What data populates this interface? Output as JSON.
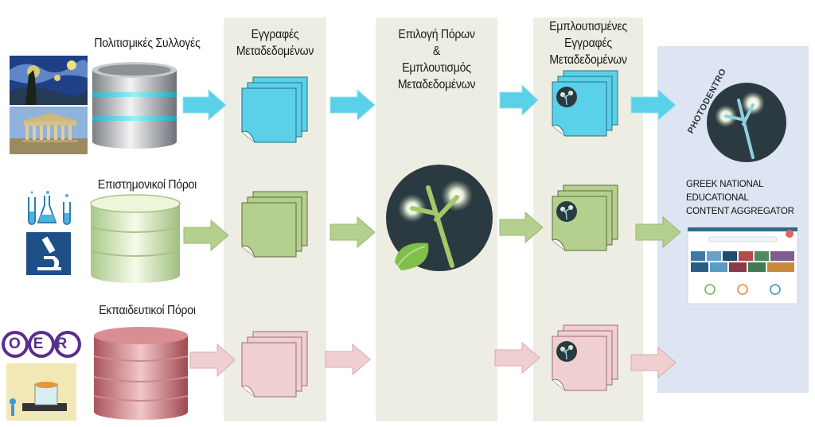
{
  "sources": {
    "cultural": "Πολιτισμικές Συλλογές",
    "scientific": "Επιστημονικοί Πόροι",
    "educational": "Εκπαιδευτικοί Πόροι",
    "oer_logo": "OER"
  },
  "stages": {
    "metadata_records": [
      "Εγγραφές",
      "Μεταδεδομένων"
    ],
    "selection_enrichment": [
      "Επιλογή Πόρων",
      "&",
      "Εμπλουτισμός",
      "Μεταδεδομένων"
    ],
    "enriched_records": [
      "Εμπλουτισμένες",
      "Εγγραφές",
      "Μεταδεδομένων"
    ]
  },
  "aggregator": {
    "brand": "PHOTODENTRO",
    "caption": [
      "GREEK NATIONAL EDUCATIONAL",
      "CONTENT AGGREGATOR"
    ]
  },
  "colors": {
    "cyan": "#5ad1e8",
    "green": "#b5cf8e",
    "pink": "#f0cfd1",
    "band": "#eeede3",
    "aggregator_panel": "#dde5f3",
    "logo_dark": "#2a3a40"
  }
}
